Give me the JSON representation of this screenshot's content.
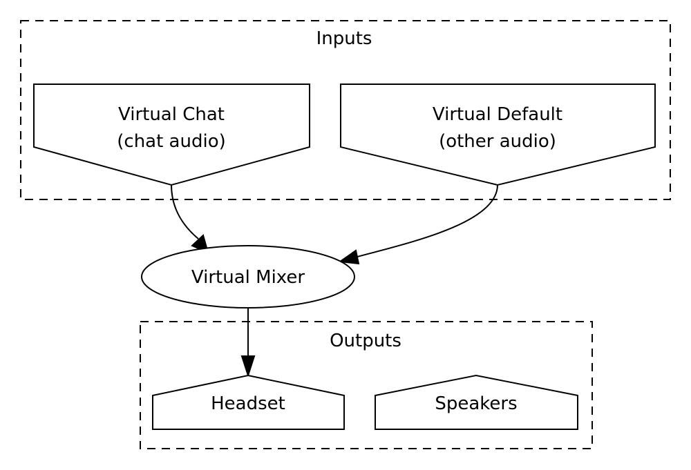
{
  "clusters": {
    "inputs": {
      "label": "Inputs"
    },
    "outputs": {
      "label": "Outputs"
    }
  },
  "nodes": {
    "virtual_chat": {
      "line1": "Virtual Chat",
      "line2": "(chat audio)"
    },
    "virtual_default": {
      "line1": "Virtual Default",
      "line2": "(other audio)"
    },
    "virtual_mixer": {
      "label": "Virtual Mixer"
    },
    "headset": {
      "label": "Headset"
    },
    "speakers": {
      "label": "Speakers"
    }
  },
  "edges": [
    {
      "from": "Virtual Chat",
      "to": "Virtual Mixer"
    },
    {
      "from": "Virtual Default",
      "to": "Virtual Mixer"
    },
    {
      "from": "Virtual Mixer",
      "to": "Headset"
    }
  ]
}
